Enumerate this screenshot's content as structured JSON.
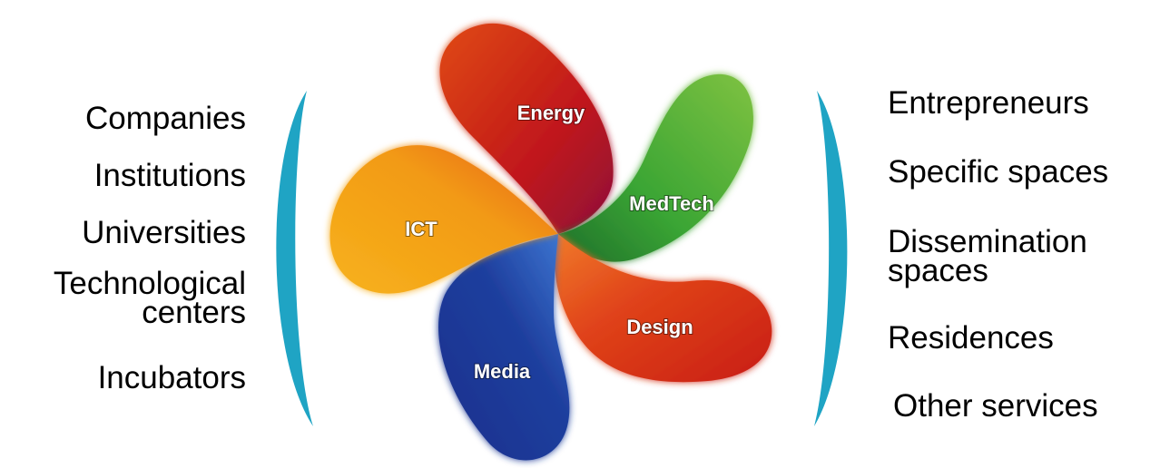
{
  "left_list": [
    {
      "lines": [
        "Companies"
      ]
    },
    {
      "lines": [
        "Institutions"
      ]
    },
    {
      "lines": [
        "Universities"
      ]
    },
    {
      "lines": [
        "Technological",
        "centers"
      ]
    },
    {
      "lines": [
        "Incubators"
      ]
    }
  ],
  "right_list": [
    {
      "lines": [
        "Entrepreneurs"
      ]
    },
    {
      "lines": [
        "Specific spaces"
      ]
    },
    {
      "lines": [
        "Dissemination",
        "spaces"
      ]
    },
    {
      "lines": [
        "Residences"
      ]
    },
    {
      "lines": [
        "Other services"
      ]
    }
  ],
  "petals": [
    {
      "label": "Energy",
      "color": "#c0161c"
    },
    {
      "label": "MedTech",
      "color": "#3aa534"
    },
    {
      "label": "Design",
      "color": "#e0431a"
    },
    {
      "label": "Media",
      "color": "#1f3f9e"
    },
    {
      "label": "ICT",
      "color": "#f29a12"
    }
  ],
  "brace_color": "#1fa4c4"
}
